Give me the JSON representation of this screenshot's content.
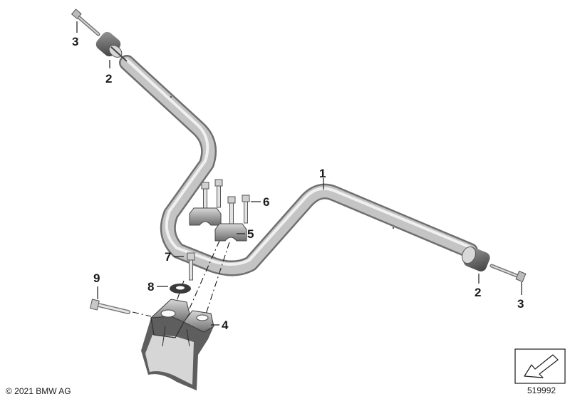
{
  "callouts": {
    "c1": "1",
    "c2_left": "2",
    "c2_right": "2",
    "c3_left": "3",
    "c3_right": "3",
    "c4": "4",
    "c5": "5",
    "c6": "6",
    "c7": "7",
    "c8": "8",
    "c9": "9"
  },
  "footer": {
    "copyright": "© 2021 BMW AG",
    "image_number": "519992"
  },
  "colors": {
    "metal_light": "#e6e6e6",
    "metal_mid": "#bdbdbd",
    "metal_dark": "#7a7a7a",
    "rubber": "#5a5a5a",
    "ink": "#1a1a1a"
  }
}
